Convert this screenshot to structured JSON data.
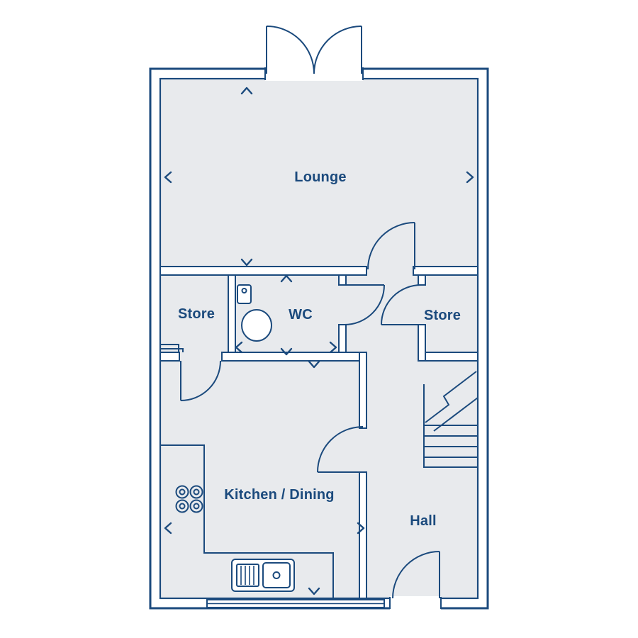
{
  "plan": {
    "rooms": [
      {
        "id": "lounge",
        "label": "Lounge"
      },
      {
        "id": "store-left",
        "label": "Store"
      },
      {
        "id": "wc",
        "label": "WC"
      },
      {
        "id": "store-right",
        "label": "Store"
      },
      {
        "id": "kitchen-dining",
        "label": "Kitchen / Dining"
      },
      {
        "id": "hall",
        "label": "Hall"
      }
    ],
    "colors": {
      "line": "#1b4a7d",
      "floor": "#e8eaed",
      "background": "#ffffff"
    },
    "fixtures": [
      {
        "icon": "double-entrance-doors-icon"
      },
      {
        "icon": "front-door-icon"
      },
      {
        "icon": "toilet-icon"
      },
      {
        "icon": "hob-icon"
      },
      {
        "icon": "sink-icon"
      },
      {
        "icon": "staircase-icon"
      },
      {
        "icon": "window-icon"
      },
      {
        "icon": "dimension-chevron-icon"
      }
    ]
  }
}
